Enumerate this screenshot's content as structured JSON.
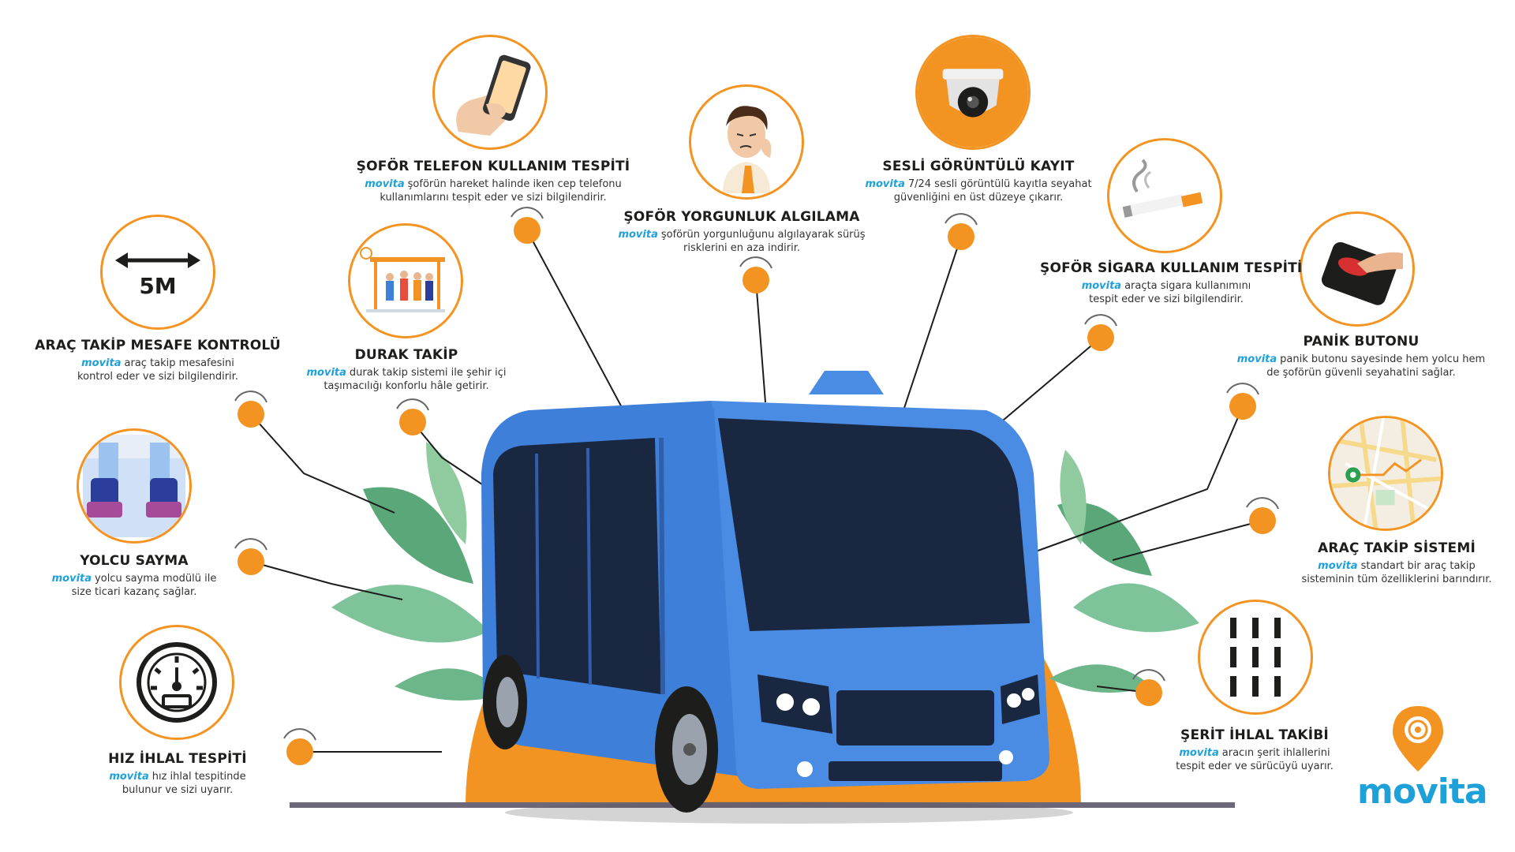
{
  "brand": {
    "name": "movita",
    "accent": "#1ea0d8",
    "orange": "#f39422",
    "bus_blue": "#3d7fd9"
  },
  "features": [
    {
      "id": "mesafe",
      "title": "ARAÇ TAKİP MESAFE KONTROLÜ",
      "desc": "araç takip mesafesini kontrol eder ve sizi bilgilendirir.",
      "icon": "distance-5m-icon",
      "icon_text": "5M"
    },
    {
      "id": "yolcu",
      "title": "YOLCU SAYMA",
      "desc": "yolcu sayma modülü ile size ticari kazanç sağlar.",
      "icon": "bus-seats-icon"
    },
    {
      "id": "hiz",
      "title": "HIZ İHLAL TESPİTİ",
      "desc": "hız ihlal tespitinde bulunur ve sizi uyarır.",
      "icon": "speedometer-icon"
    },
    {
      "id": "durak",
      "title": "DURAK TAKİP",
      "desc": "durak takip sistemi ile şehir içi taşımacılığı konforlu hâle getirir.",
      "icon": "bus-stop-icon"
    },
    {
      "id": "telefon",
      "title": "ŞOFÖR TELEFON KULLANIM TESPİTİ",
      "desc": "şoförün hareket halinde iken cep telefonu kullanımlarını tespit eder ve sizi bilgilendirir.",
      "icon": "phone-in-hand-icon"
    },
    {
      "id": "yorgunluk",
      "title": "ŞOFÖR YORGUNLUK ALGILAMA",
      "desc": "şoförün yorgunluğunu algılayarak sürüş risklerini en aza indirir.",
      "icon": "tired-driver-icon"
    },
    {
      "id": "kayit",
      "title": "SESLİ GÖRÜNTÜLÜ KAYIT",
      "desc": "7/24 sesli görüntülü kayıtla seyahat güvenliğini en üst düzeye çıkarır.",
      "icon": "dome-camera-icon"
    },
    {
      "id": "sigara",
      "title": "ŞOFÖR SİGARA KULLANIM TESPİTİ",
      "desc": "araçta sigara kullanımını tespit eder ve sizi bilgilendirir.",
      "icon": "cigarette-icon"
    },
    {
      "id": "panik",
      "title": "PANİK BUTONU",
      "desc": "panik butonu sayesinde hem yolcu hem de şoförün güvenli seyahatini sağlar.",
      "icon": "panic-button-icon"
    },
    {
      "id": "takip",
      "title": "ARAÇ TAKİP SİSTEMİ",
      "desc": "standart bir araç takip sisteminin tüm özelliklerini barındırır.",
      "icon": "map-pin-icon"
    },
    {
      "id": "serit",
      "title": "ŞERİT İHLAL TAKİBİ",
      "desc": "aracın şerit ihlallerini tespit eder ve sürücüyü uyarır.",
      "icon": "lane-lines-icon"
    }
  ]
}
